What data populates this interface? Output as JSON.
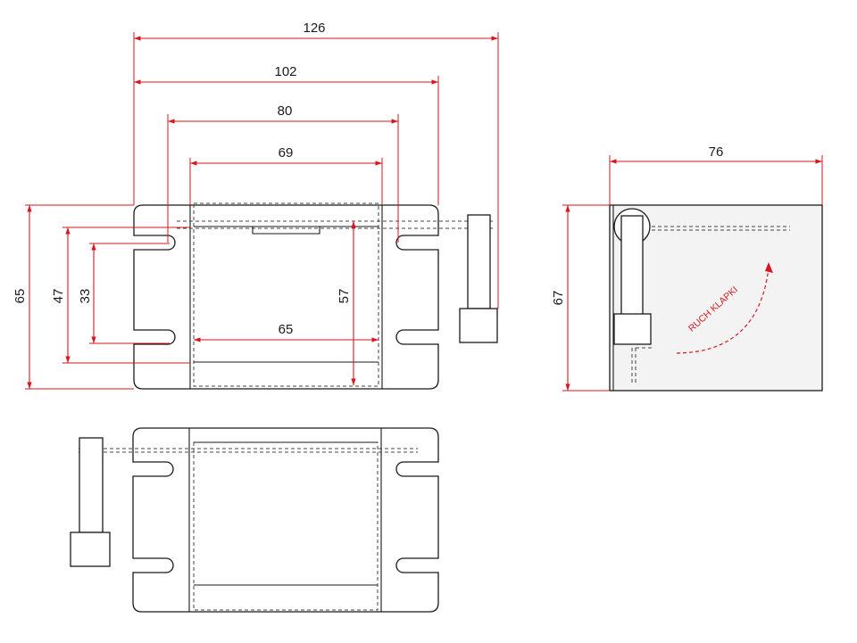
{
  "dimensions": {
    "total_width": "126",
    "plate_width": "102",
    "hole_spacing_outer": "80",
    "body_width": "69",
    "inner_width": "65",
    "plate_height": "65",
    "slot_spacing_outer": "47",
    "slot_spacing_inner": "33",
    "inner_height": "57",
    "side_width": "76",
    "side_height": "67"
  },
  "annotations": {
    "flap_motion": "RUCH KLAPKI"
  },
  "colors": {
    "dimension": "#d6171e",
    "outline": "#1a1a1a"
  }
}
